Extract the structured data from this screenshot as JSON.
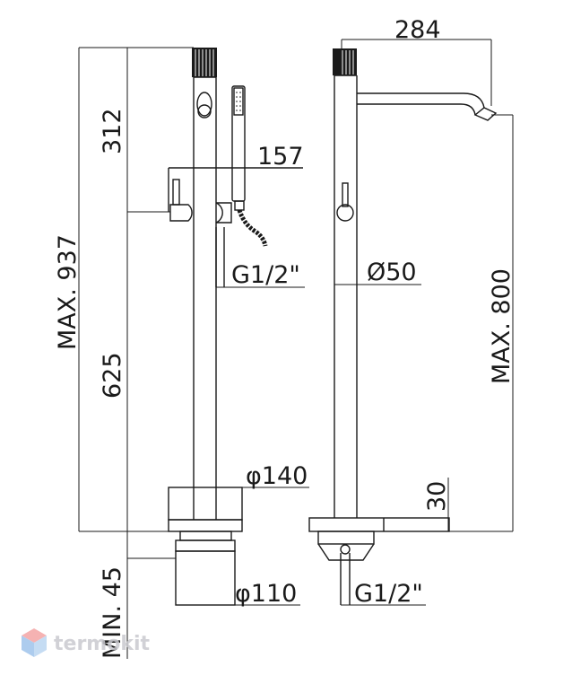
{
  "labels": {
    "left_height_total": "MAX. 937",
    "left_upper": "312",
    "left_lower": "625",
    "left_min": "MIN. 45",
    "left_handshower_offset": "157",
    "left_connection": "G1/2\"",
    "left_base_diameter": "φ140",
    "left_foot_diameter": "φ110",
    "right_spout_reach": "284",
    "right_tube_diameter": "Ø50",
    "right_spout_height": "MAX. 800",
    "right_base_height": "30",
    "right_connection": "G1/2\""
  },
  "watermark": {
    "text": "termokit"
  },
  "colors": {
    "line": "#1a1a1a",
    "watermark": "#c9c9cf",
    "watermark_logo_top": "#f4a5a5",
    "watermark_logo_side": "#9fc4ec"
  }
}
